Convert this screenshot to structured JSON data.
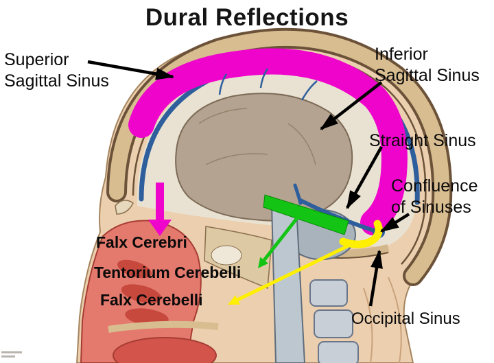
{
  "title": "Dural Reflections",
  "labels": {
    "superior_sagittal_sinus": "Superior\nSagittal Sinus",
    "inferior_sagittal_sinus": "Inferior\nSagittal Sinus",
    "straight_sinus": "Straight Sinus",
    "confluence_of_sinuses": "Confluence\nof Sinuses",
    "falx_cerebri": "Falx Cerebri",
    "tentorium_cerebelli": "Tentorium Cerebelli",
    "falx_cerebelli": "Falx Cerebelli",
    "occipital_sinus": "Occipital Sinus"
  },
  "colors": {
    "falx_cerebri_highlight": "#ee04cb",
    "tentorium_highlight": "#14c414",
    "falx_cerebelli_highlight": "#ffef00",
    "annotation_arrow": "#000000"
  }
}
